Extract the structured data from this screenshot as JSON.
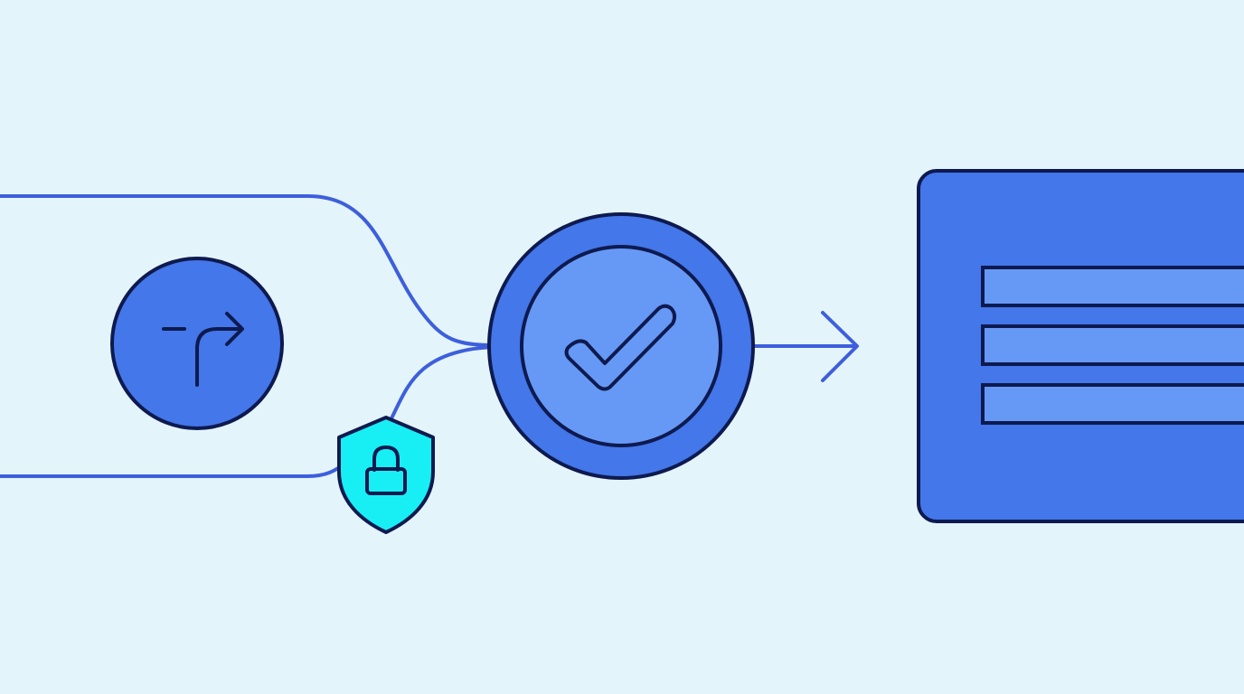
{
  "colors": {
    "background": "#e4f4fb",
    "line": "#3d5fdc",
    "outline": "#0e1a4f",
    "primary": "#4377ea",
    "primary_light": "#6699f5",
    "shield": "#18eff5"
  },
  "diagram": {
    "nodes": [
      {
        "id": "route",
        "shape": "circle",
        "icon": "route-arrow-icon"
      },
      {
        "id": "security",
        "shape": "shield",
        "icon": "lock-icon"
      },
      {
        "id": "verify",
        "shape": "double-circle",
        "icon": "checkmark-icon"
      },
      {
        "id": "output",
        "shape": "rounded-panel",
        "icon": "list-lines-icon",
        "rows": 3
      }
    ],
    "edges": [
      {
        "from": "route",
        "to": "verify",
        "via": "upper-path"
      },
      {
        "from": "route",
        "to": "security",
        "via": "lower-path"
      },
      {
        "from": "security",
        "to": "verify"
      },
      {
        "from": "verify",
        "to": "output",
        "arrow": true
      }
    ]
  }
}
